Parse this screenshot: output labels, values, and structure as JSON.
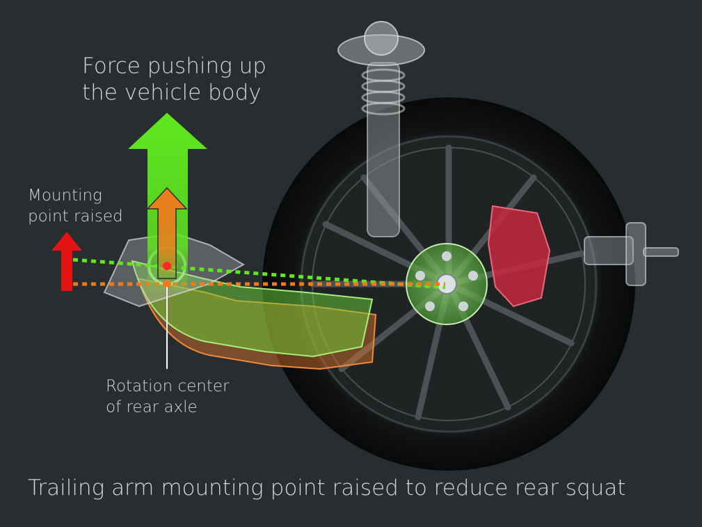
{
  "labels": {
    "force_line1": "Force pushing up",
    "force_line2": "the vehicle body",
    "mount_line1": "Mounting",
    "mount_line2": "point raised",
    "rotation_line1": "Rotation center",
    "rotation_line2": "of rear axle",
    "caption": "Trailing arm mounting point raised to reduce rear squat"
  },
  "colors": {
    "background": "#282d2f",
    "text": "#d6d6d6",
    "green_arrow": "#5fe81f",
    "orange_arrow": "#f07a1e",
    "red_arrow": "#e31313",
    "brake_caliper": "#c6283e",
    "tire": "#0d0f10"
  }
}
